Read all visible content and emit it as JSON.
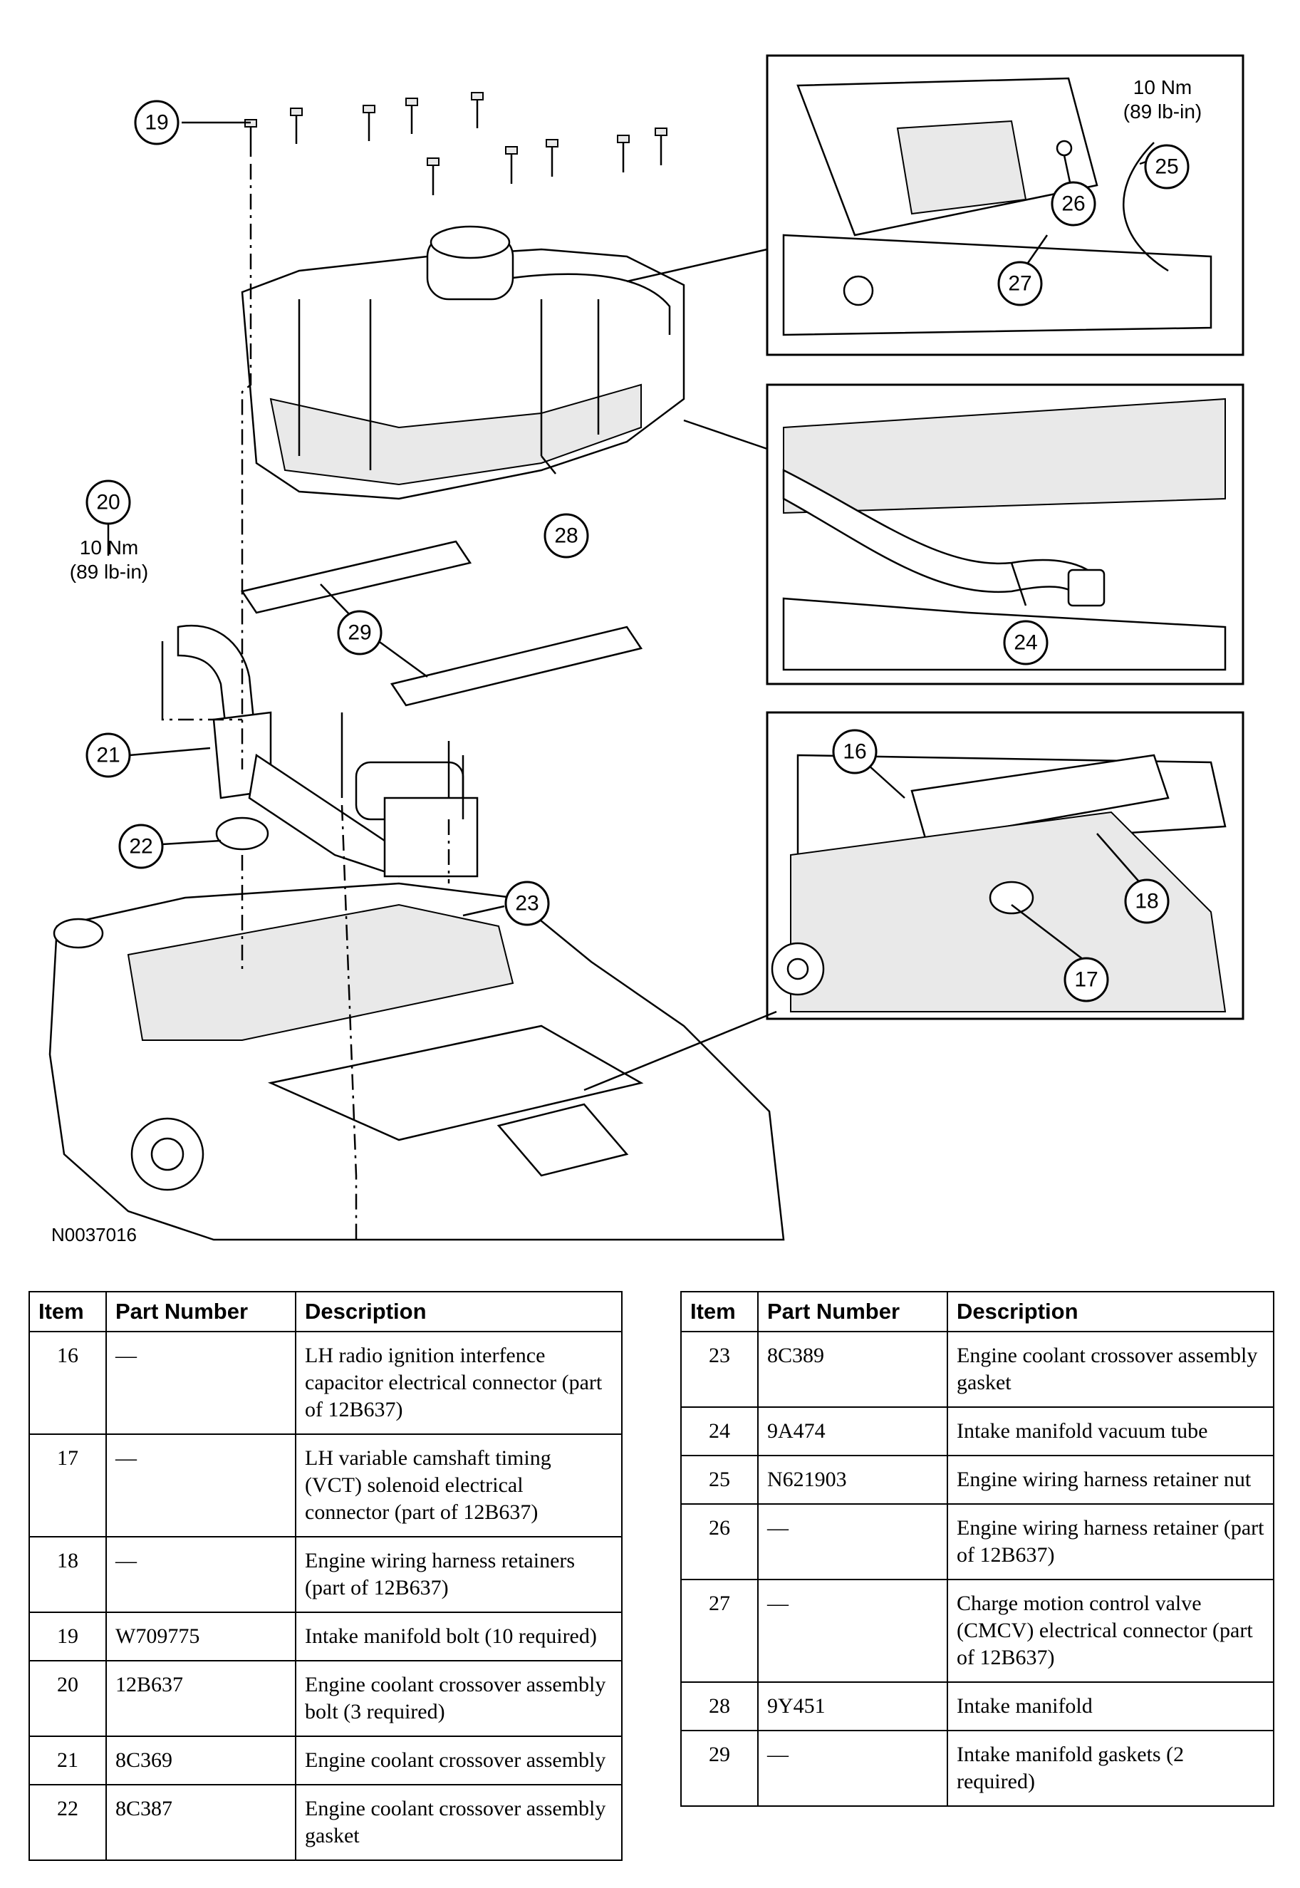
{
  "figure": {
    "id": "N0037016",
    "torque_20": [
      "10 Nm",
      "(89 lb-in)"
    ],
    "torque_25": [
      "10 Nm",
      "(89 lb-in)"
    ],
    "callouts": [
      "16",
      "17",
      "18",
      "19",
      "20",
      "21",
      "22",
      "23",
      "24",
      "25",
      "26",
      "27",
      "28",
      "29"
    ]
  },
  "tables": {
    "headers": {
      "item": "Item",
      "part_number": "Part Number",
      "description": "Description"
    },
    "left": [
      {
        "item": "16",
        "part_number": "—",
        "description": "LH radio ignition interfence capacitor electrical connector (part of 12B637)"
      },
      {
        "item": "17",
        "part_number": "—",
        "description": "LH variable camshaft timing (VCT) solenoid electrical connector (part of 12B637)"
      },
      {
        "item": "18",
        "part_number": "—",
        "description": "Engine wiring harness retainers (part of 12B637)"
      },
      {
        "item": "19",
        "part_number": "W709775",
        "description": "Intake manifold bolt (10 required)"
      },
      {
        "item": "20",
        "part_number": "12B637",
        "description": "Engine coolant crossover assembly bolt (3 required)"
      },
      {
        "item": "21",
        "part_number": "8C369",
        "description": "Engine coolant crossover assembly"
      },
      {
        "item": "22",
        "part_number": "8C387",
        "description": "Engine coolant crossover assembly gasket"
      }
    ],
    "right": [
      {
        "item": "23",
        "part_number": "8C389",
        "description": "Engine coolant crossover assembly gasket"
      },
      {
        "item": "24",
        "part_number": "9A474",
        "description": "Intake manifold vacuum tube"
      },
      {
        "item": "25",
        "part_number": "N621903",
        "description": "Engine wiring harness retainer nut"
      },
      {
        "item": "26",
        "part_number": "—",
        "description": "Engine wiring harness retainer (part of 12B637)"
      },
      {
        "item": "27",
        "part_number": "—",
        "description": "Charge motion control valve (CMCV) electrical connector (part of 12B637)"
      },
      {
        "item": "28",
        "part_number": "9Y451",
        "description": "Intake manifold"
      },
      {
        "item": "29",
        "part_number": "—",
        "description": "Intake manifold gaskets (2 required)"
      }
    ]
  }
}
